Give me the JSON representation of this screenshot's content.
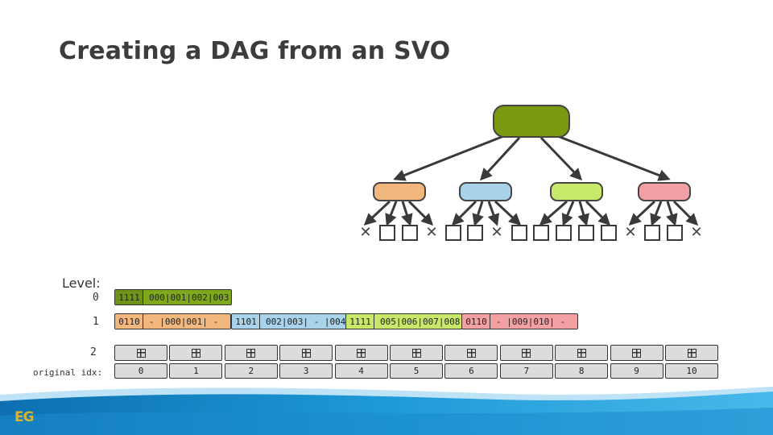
{
  "slide": {
    "title": "Creating a DAG from an SVO",
    "level_heading": "Level:",
    "levels": [
      "0",
      "1",
      "2"
    ],
    "original_idx_label": "original idx:",
    "logo_text": "EG"
  },
  "level0": {
    "mask": "1111",
    "data": "000|001|002|003"
  },
  "level1": [
    {
      "mask": "0110",
      "data": " - |000|001| - "
    },
    {
      "mask": "1101",
      "data": "002|003| - |004"
    },
    {
      "mask": "1111",
      "data": "005|006|007|008"
    },
    {
      "mask": "0110",
      "data": " - |009|010| - "
    }
  ],
  "original_idx": [
    "0",
    "1",
    "2",
    "3",
    "4",
    "5",
    "6",
    "7",
    "8",
    "9",
    "10"
  ],
  "tree": {
    "root_color": "#7b9a12",
    "child_colors": [
      "#f2b77d",
      "#a8d3ea",
      "#c8e86a",
      "#f2a0a4"
    ],
    "leaves": [
      [
        "cross",
        "grid",
        "grid",
        "cross"
      ],
      [
        "grid",
        "grid",
        "cross",
        "grid"
      ],
      [
        "grid",
        "grid",
        "grid",
        "grid"
      ],
      [
        "cross",
        "grid",
        "grid",
        "cross"
      ]
    ]
  },
  "colors": {
    "level0_mask": "#6f9218",
    "level0_data": "#7fa81c",
    "level1": [
      "#f2b77d",
      "#a8d3ea",
      "#c8e86a",
      "#f2a0a4"
    ],
    "leaf": "#dcdcdc",
    "banner": "#1a9ad6"
  }
}
